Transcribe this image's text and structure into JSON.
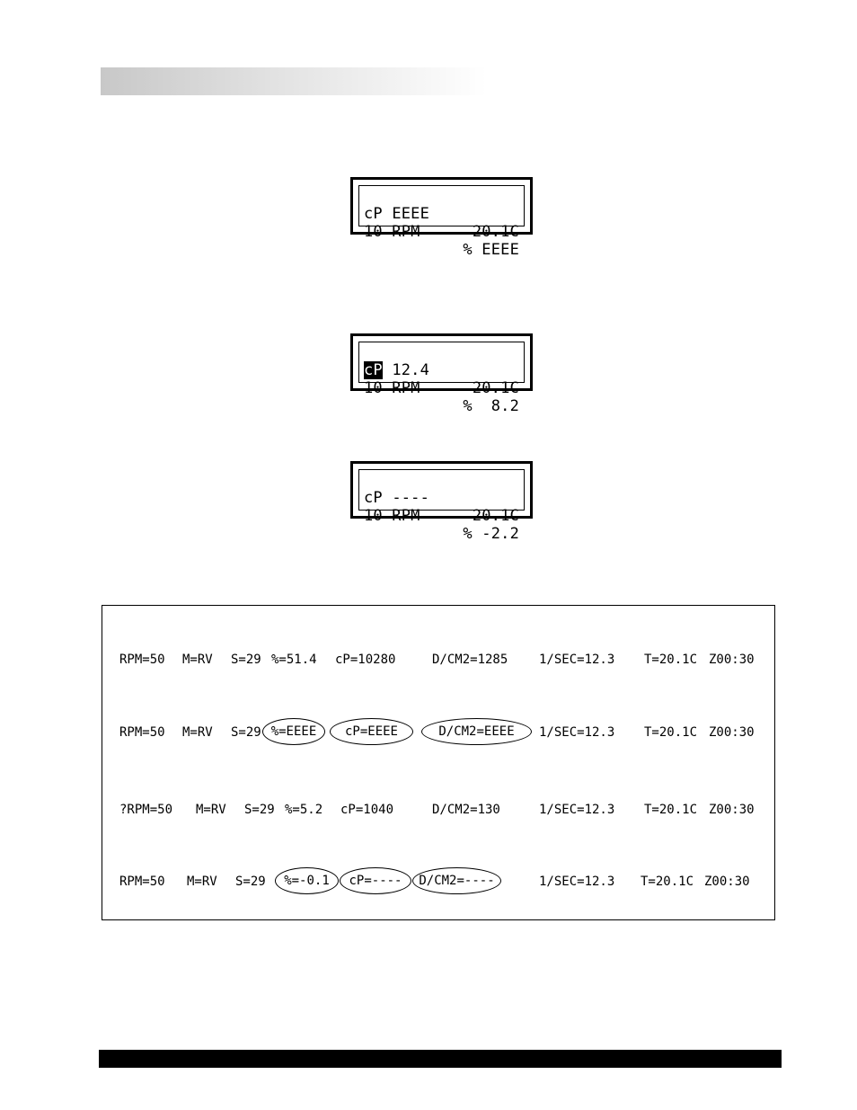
{
  "lcd_displays": [
    {
      "top_left_a": "cP",
      "top_left_b": "EEEE",
      "top_right": "20.1C",
      "bottom_left": "10 RPM",
      "bottom_right": "% EEEE"
    },
    {
      "top_left_a": "cP",
      "top_left_b": "12.4",
      "top_right": "20.1C",
      "bottom_left": "10 RPM",
      "bottom_right": "%  8.2"
    },
    {
      "top_left_a": "cP",
      "top_left_b": "----",
      "top_right": "20.1C",
      "bottom_left": "10 RPM",
      "bottom_right": "% -2.2"
    }
  ],
  "readouts": [
    {
      "rpm": "RPM=50",
      "mode": "M=RV",
      "spindle": "S=29",
      "percent": "%=51.4",
      "cp": "cP=10280",
      "dcm2": "D/CM2=1285",
      "sec": "1/SEC=12.3",
      "temp": "T=20.1C",
      "time": "Z00:30"
    },
    {
      "rpm": "RPM=50",
      "mode": "M=RV",
      "spindle": "S=29",
      "percent": "%=EEEE",
      "cp": "cP=EEEE",
      "dcm2": "D/CM2=EEEE",
      "sec": "1/SEC=12.3",
      "temp": "T=20.1C",
      "time": "Z00:30"
    },
    {
      "rpm": "?RPM=50",
      "mode": "M=RV",
      "spindle": "S=29",
      "percent": "%=5.2",
      "cp": "cP=1040",
      "dcm2": "D/CM2=130",
      "sec": "1/SEC=12.3",
      "temp": "T=20.1C",
      "time": "Z00:30"
    },
    {
      "rpm": "RPM=50",
      "mode": "M=RV",
      "spindle": "S=29",
      "percent": "%=-0.1",
      "cp": "cP=----",
      "dcm2": "D/CM2=----",
      "sec": "1/SEC=12.3",
      "temp": "T=20.1C",
      "time": "Z00:30"
    }
  ]
}
